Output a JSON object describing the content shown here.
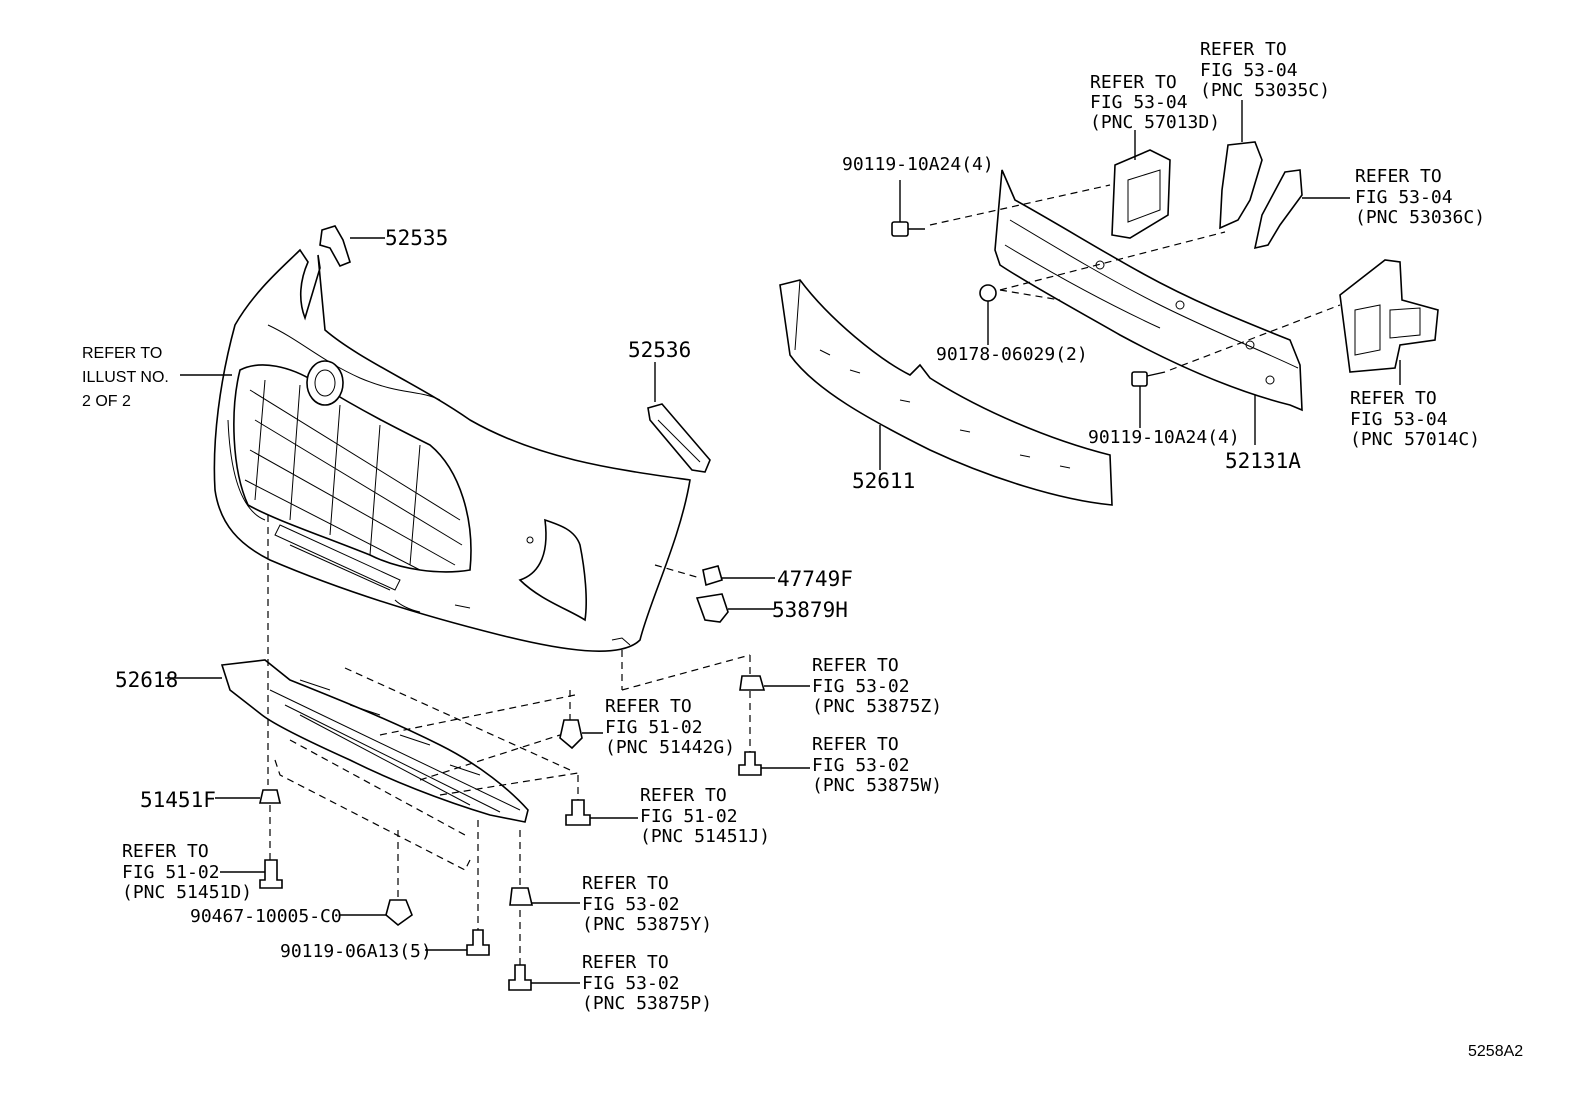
{
  "diagram_id": "5258A2",
  "parts": {
    "p52535": "52535",
    "p52536": "52536",
    "p52611": "52611",
    "p52131A": "52131A",
    "p47749F": "47749F",
    "p53879H": "53879H",
    "p52618": "52618",
    "p51451F": "51451F",
    "p90119_10A24_top": "90119-10A24(4)",
    "p90178": "90178-06029(2)",
    "p90119_10A24_bot": "90119-10A24(4)",
    "p90467": "90467-10005-C0",
    "p90119_06A13": "90119-06A13(5)"
  },
  "refs": {
    "illust": [
      "REFER TO",
      "ILLUST NO.",
      "2 OF 2"
    ],
    "r57013D": [
      "REFER TO",
      "FIG 53-04",
      "(PNC 57013D)"
    ],
    "r53035C": [
      "REFER TO",
      "FIG 53-04",
      "(PNC 53035C)"
    ],
    "r53036C": [
      "REFER TO",
      "FIG 53-04",
      "(PNC 53036C)"
    ],
    "r57014C": [
      "REFER TO",
      "FIG 53-04",
      "(PNC 57014C)"
    ],
    "r53875Z": [
      "REFER TO",
      "FIG 53-02",
      "(PNC 53875Z)"
    ],
    "r51442G": [
      "REFER TO",
      "FIG 51-02",
      "(PNC 51442G)"
    ],
    "r53875W": [
      "REFER TO",
      "FIG 53-02",
      "(PNC 53875W)"
    ],
    "r51451J": [
      "REFER TO",
      "FIG 51-02",
      "(PNC 51451J)"
    ],
    "r51451D": [
      "REFER TO",
      "FIG 51-02",
      "(PNC 51451D)"
    ],
    "r53875Y": [
      "REFER TO",
      "FIG 53-02",
      "(PNC 53875Y)"
    ],
    "r53875P": [
      "REFER TO",
      "FIG 53-02",
      "(PNC 53875P)"
    ]
  }
}
